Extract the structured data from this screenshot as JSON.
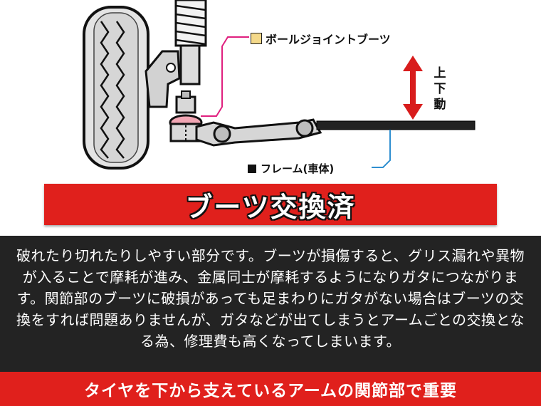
{
  "diagram": {
    "boot_label": "ボールジョイントブーツ",
    "frame_label": "フレーム(車体)",
    "move_label": "上下動",
    "colors": {
      "boot_fill": "#f4d98a",
      "boot_highlight": "#f2a6b4",
      "arrow": "#d81c1c",
      "leader_boot": "#e0207f",
      "leader_frame": "#2f8fd0"
    }
  },
  "banner": {
    "title": "ブーツ交換済",
    "color": "#e0201c"
  },
  "description": {
    "text": "破れたり切れたりしやすい部分です。ブーツが損傷すると、グリス漏れや異物が入ることで摩耗が進み、金属同士が摩耗するようになりガタにつながります。関節部のブーツに破損があっても足まわりにガタがない場合はブーツの交換をすれば問題ありませんが、ガタなどが出てしまうとアームごとの交換となる為、修理費も高くなってしまいます。",
    "background": "#232323"
  },
  "footer": {
    "text": "タイヤを下から支えているアームの関節部で重要",
    "color": "#e0201c"
  }
}
